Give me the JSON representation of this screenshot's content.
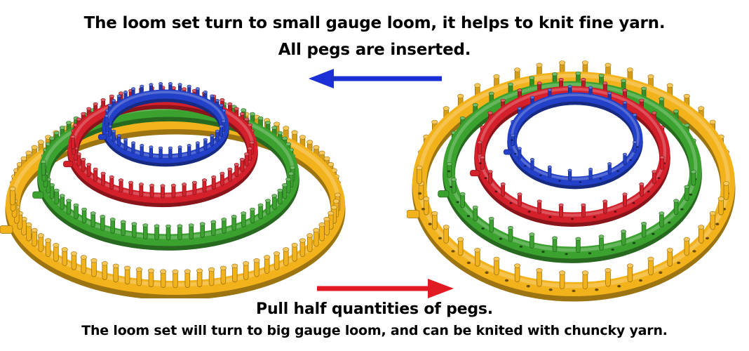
{
  "captions": {
    "top_line_1": "The loom set turn to small gauge loom, it helps to knit fine  yarn.",
    "top_line_2": "All pegs are inserted.",
    "bottom_line_1": "Pull half quantities of pegs.",
    "bottom_line_2": "The loom set will turn to big gauge loom, and can be knited with chuncky yarn."
  },
  "colors": {
    "yellow": "#f2b21b",
    "green": "#3ba22f",
    "red": "#d3202a",
    "blue": "#2340c8",
    "arrow_blue": "#1b2fd6",
    "arrow_red": "#e01b24"
  },
  "looms": {
    "rings": [
      "yellow",
      "green",
      "red",
      "blue"
    ],
    "left": {
      "state": "all pegs inserted",
      "full_pegs": true
    },
    "right": {
      "state": "half pegs removed",
      "full_pegs": false
    }
  },
  "arrows": {
    "top": {
      "direction": "left",
      "color": "blue"
    },
    "bottom": {
      "direction": "right",
      "color": "red"
    }
  }
}
